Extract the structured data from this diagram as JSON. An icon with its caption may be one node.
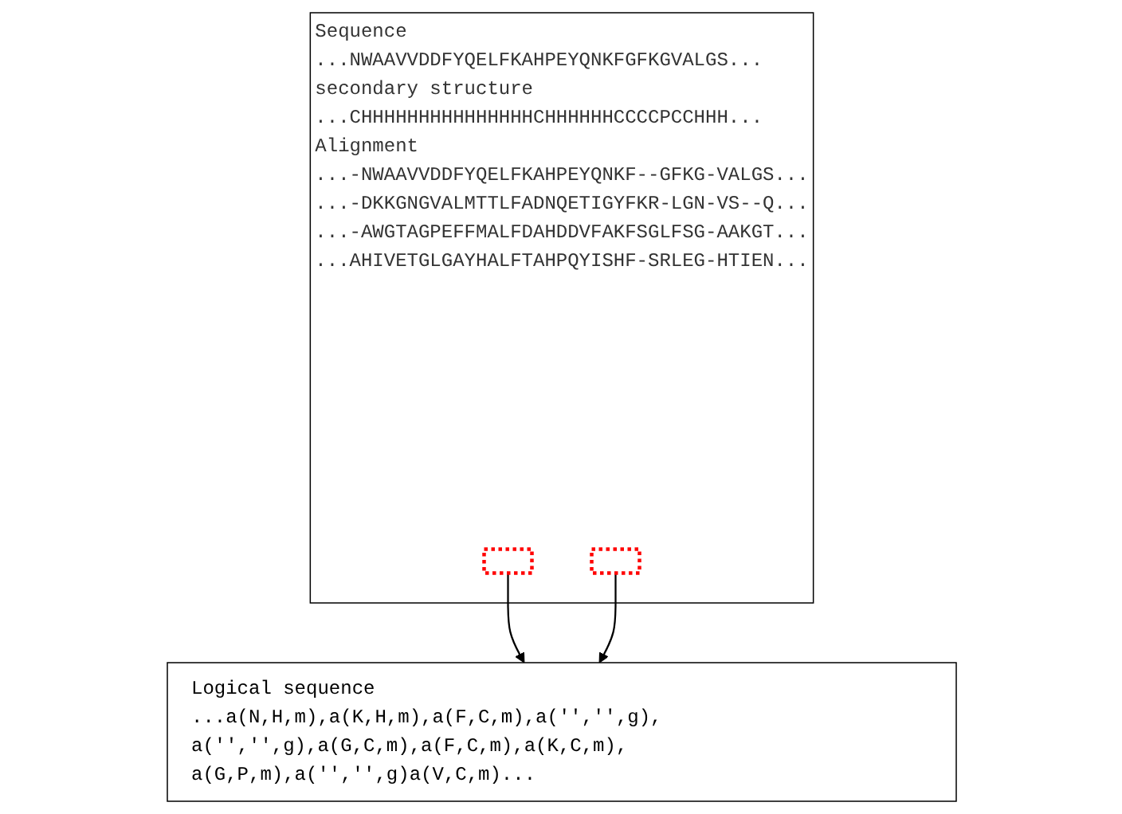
{
  "diagram": {
    "nodes": [
      {
        "text": [
          "Sequence",
          "...NWAAVVDDFYQELFKAHPEYQNKFGFKGVALGS...",
          "secondary structure",
          "...CHHHHHHHHHHHHHHHCHHHHHHCCCCPCCHHH...",
          "Alignment",
          "...-NWAAVVDDFYQELFKAHPEYQNKF--GFKG-VALGS...",
          "...-DKKGNGVALMTTLFADNQETIGYFKR-LGN-VS--Q...",
          "...-AWGTAGPEFFMALFDAHDDVFAKFSGLFSG-AAKGT...",
          "...AHIVETGLGAYHALFTAHPQYISHF-SRLEG-HTIEN..."
        ]
      },
      {
        "text": [],
        "shape": "box",
        "in": 0
      },
      {
        "text": [],
        "shape": "box",
        "in": 0
      },
      {
        "text": [
          "Logical sequence",
          "...a(N,H,m),a(K,H,m),a(F,C,m),a('','',g), a('','',g),a(G,C,m),a(F,C,m),a(K,C,m), a(G,P,m),a('','',g)a(V,C,m)..."
        ]
      }
    ],
    "edges": [
      {
        "from": 1,
        "to": 3,
        "arrow": "to"
      },
      {
        "from": 2,
        "to": 3,
        "arrow": "to"
      }
    ]
  }
}
